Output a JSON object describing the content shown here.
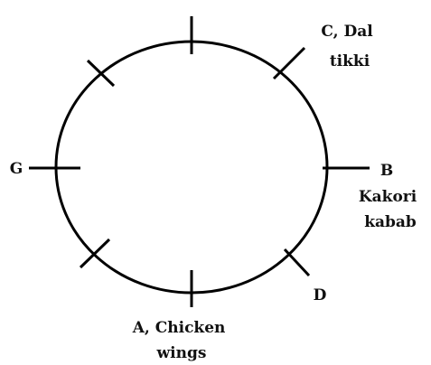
{
  "diagram": {
    "line_color": "#000000",
    "text_color": "#111111",
    "background": "#ffffff",
    "seats": [
      {
        "id": "top",
        "lines": []
      },
      {
        "id": "top-right",
        "lines": [
          "C, Dal",
          "tikki"
        ]
      },
      {
        "id": "right",
        "lines": [
          "B",
          "Kakori",
          "kabab"
        ]
      },
      {
        "id": "bottom-right",
        "lines": [
          "D"
        ]
      },
      {
        "id": "bottom",
        "lines": [
          "A, Chicken",
          "wings"
        ]
      },
      {
        "id": "bottom-left",
        "lines": []
      },
      {
        "id": "left",
        "lines": [
          "G"
        ]
      },
      {
        "id": "top-left",
        "lines": []
      }
    ]
  }
}
